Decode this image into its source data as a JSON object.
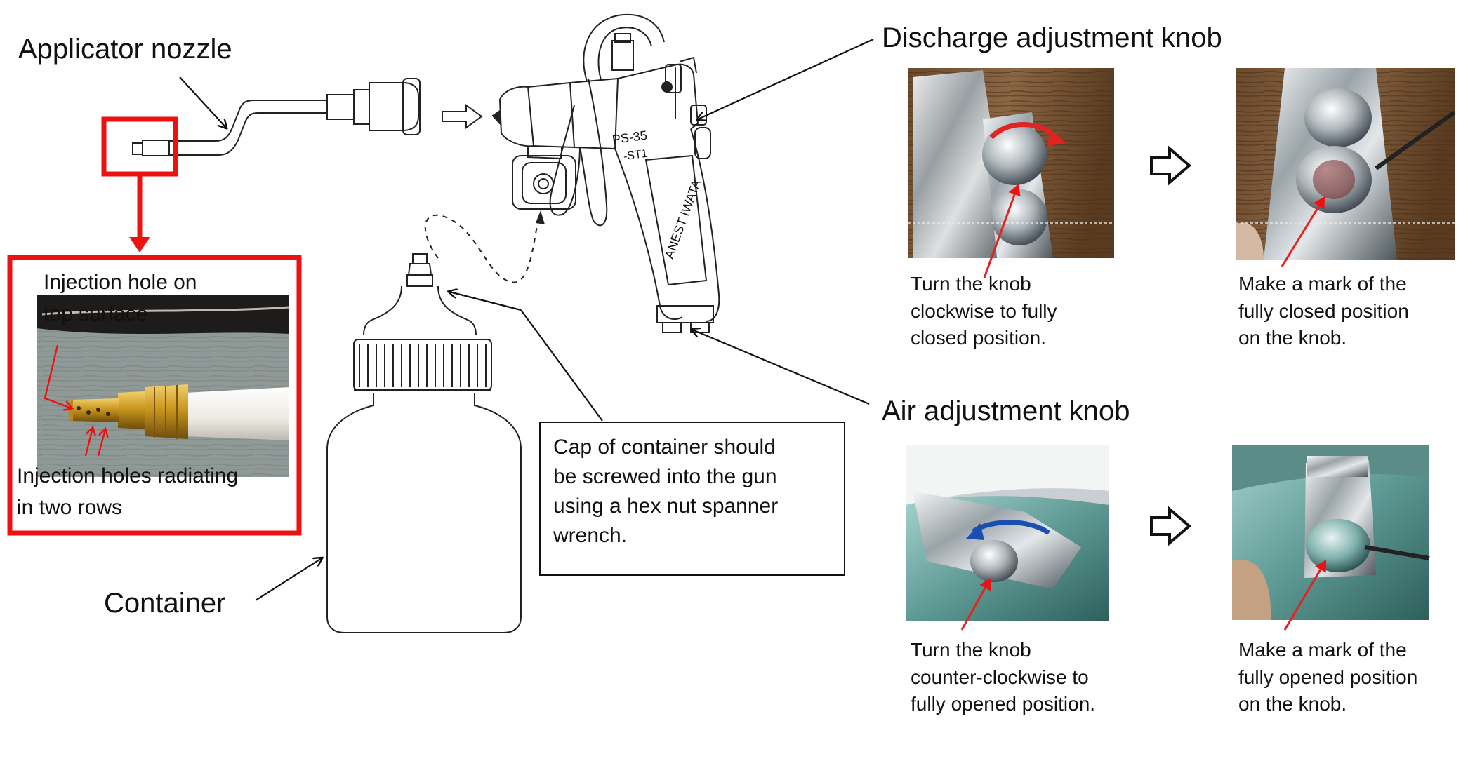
{
  "labels": {
    "applicator_nozzle": "Applicator nozzle",
    "container": "Container",
    "discharge_knob": "Discharge adjustment knob",
    "air_knob": "Air adjustment knob",
    "gun_model": "PS-35",
    "gun_sub": "-ST1"
  },
  "inset": {
    "top_hole": "Injection hole on\ntop surface",
    "radiating_holes": "Injection holes radiating\nin two rows"
  },
  "cap_note": "Cap of container should\nbe screwed into the gun\nusing a hex nut spanner\nwrench.",
  "steps": {
    "discharge_turn": "Turn the knob\nclockwise to fully\nclosed position.",
    "discharge_mark": "Make a mark of the\nfully closed position\non the knob.",
    "air_turn": "Turn the knob\ncounter-clockwise to\nfully opened position.",
    "air_mark": "Make a mark of the\nfully opened position\non the knob."
  },
  "colors": {
    "highlight": "#ee1111",
    "line": "#222222",
    "knob_arrow": "#e32222",
    "air_arrow": "#1a4fb0"
  }
}
